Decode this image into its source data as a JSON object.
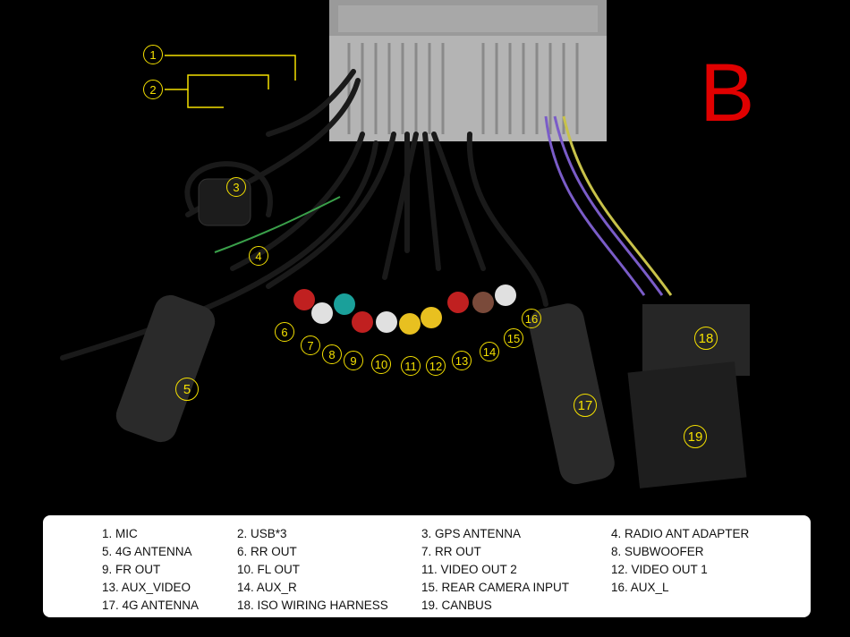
{
  "section_letter": "B",
  "callouts": [
    "1",
    "2",
    "3",
    "4",
    "5",
    "6",
    "7",
    "8",
    "9",
    "10",
    "11",
    "12",
    "13",
    "14",
    "15",
    "16",
    "17",
    "18",
    "19"
  ],
  "legend": [
    [
      "1. MIC",
      "2. USB*3",
      "3. GPS ANTENNA",
      "4. RADIO ANT ADAPTER"
    ],
    [
      "5. 4G ANTENNA",
      "6. RR OUT",
      "7. RR OUT",
      "8. SUBWOOFER"
    ],
    [
      "9. FR OUT",
      "10. FL OUT",
      "11. VIDEO OUT 2",
      "12. VIDEO OUT 1"
    ],
    [
      "13. AUX_VIDEO",
      "14. AUX_R",
      "15. REAR CAMERA INPUT",
      "16. AUX_L"
    ],
    [
      "17. 4G ANTENNA",
      "18. ISO WIRING HARNESS",
      "19. CANBUS",
      ""
    ]
  ],
  "colors": {
    "background": "#000000",
    "callout": "#f4e000",
    "section_letter": "#e00000",
    "legend_bg": "#ffffff"
  }
}
